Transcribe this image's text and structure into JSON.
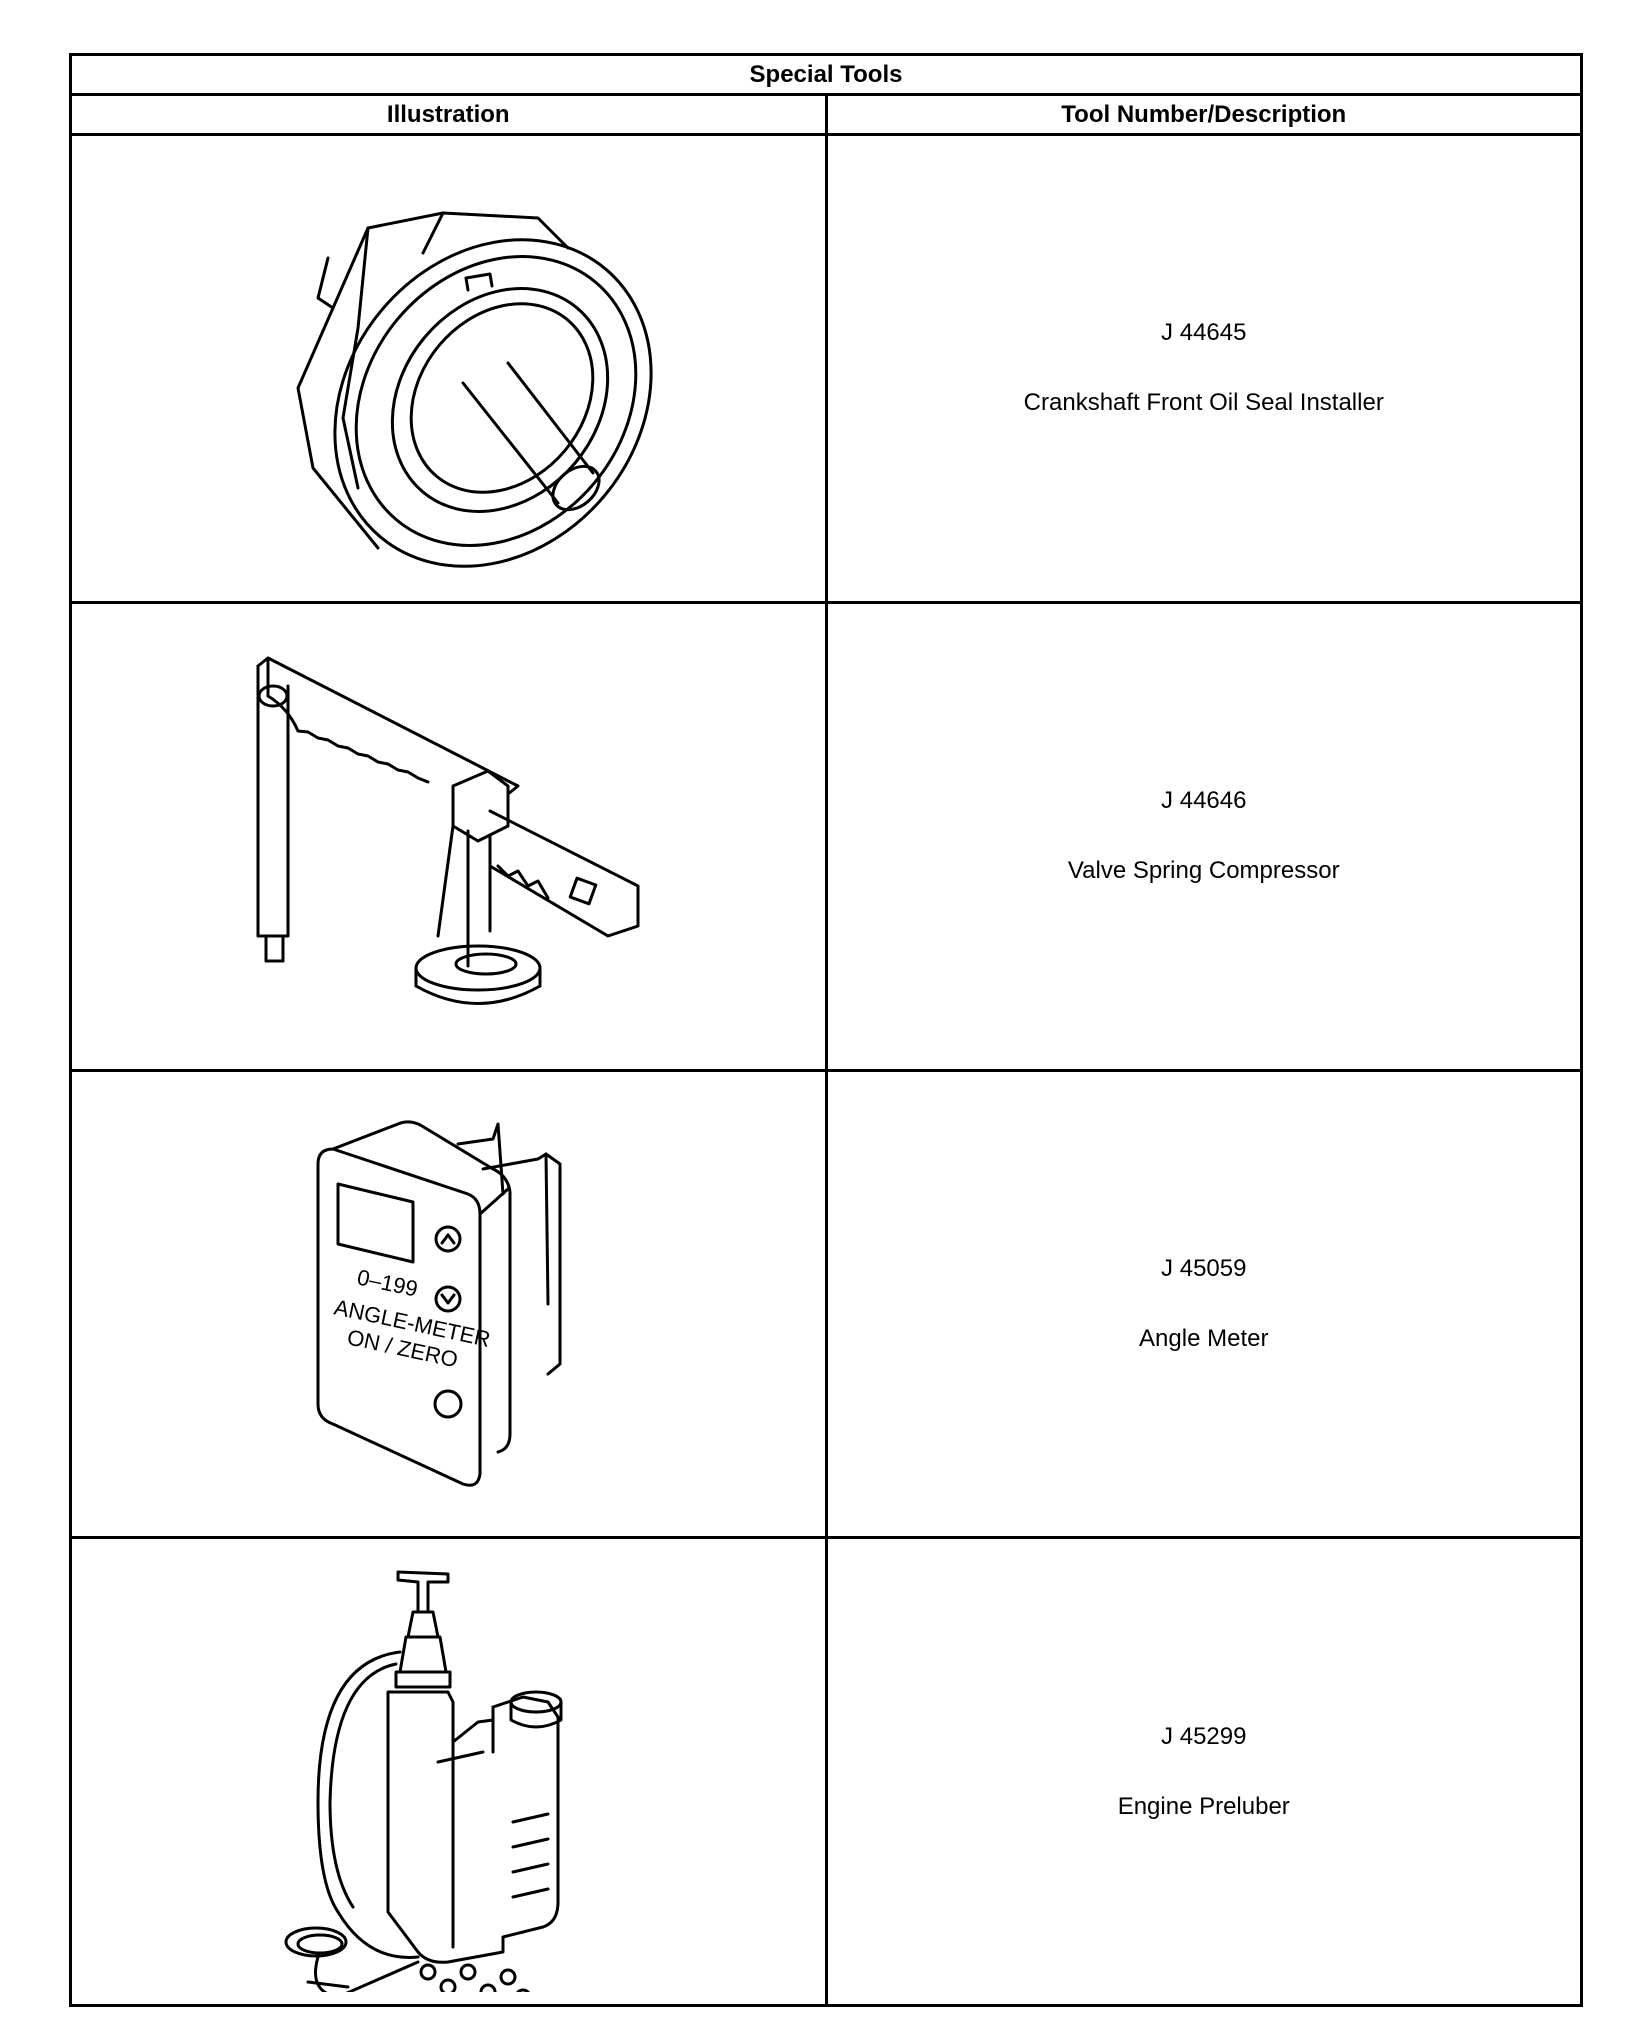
{
  "table": {
    "title": "Special Tools",
    "col_illustration": "Illustration",
    "col_description": "Tool Number/Description"
  },
  "tools": [
    {
      "number": "J 44645",
      "description": "Crankshaft Front Oil Seal Installer",
      "icon": "seal-installer-icon"
    },
    {
      "number": "J 44646",
      "description": "Valve Spring Compressor",
      "icon": "valve-spring-compressor-icon"
    },
    {
      "number": "J 45059",
      "description": "Angle Meter",
      "icon": "angle-meter-icon",
      "panel_text": {
        "range": "0–199",
        "label": "ANGLE-METER",
        "button": "ON / ZERO"
      }
    },
    {
      "number": "J 45299",
      "description": "Engine Preluber",
      "icon": "engine-preluber-icon"
    }
  ]
}
